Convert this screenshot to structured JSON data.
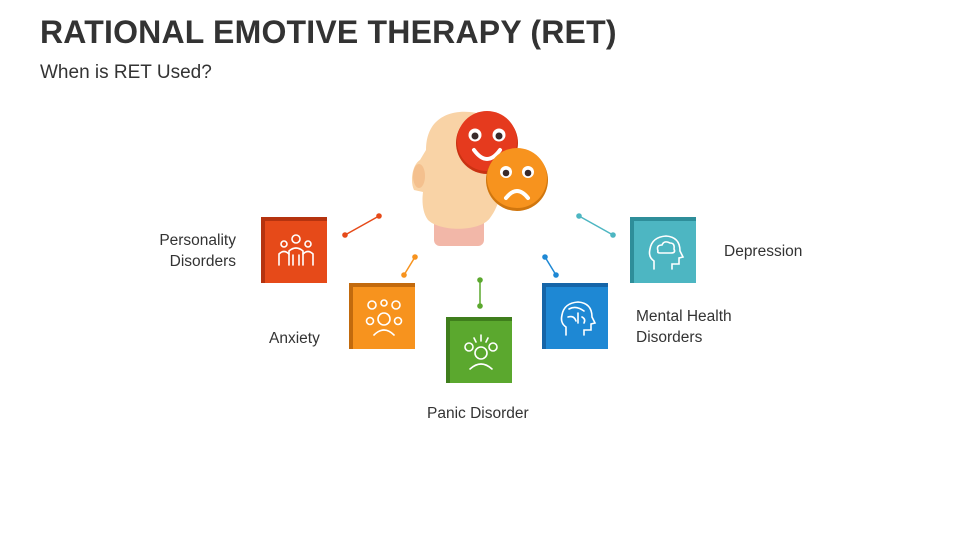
{
  "slide": {
    "title": "RATIONAL EMOTIVE THERAPY (RET)",
    "subtitle": "When is RET Used?"
  },
  "items": [
    {
      "label_line1": "Personality",
      "label_line2": "Disorders",
      "color": "#E64A19",
      "shadow": "#B5330F",
      "icon": "group-people-icon"
    },
    {
      "label_line1": "Anxiety",
      "label_line2": "",
      "color": "#F7931E",
      "shadow": "#C26A0D",
      "icon": "anxious-person-icon"
    },
    {
      "label_line1": "Panic Disorder",
      "label_line2": "",
      "color": "#5BA82E",
      "shadow": "#3F7E1C",
      "icon": "panicked-person-icon"
    },
    {
      "label_line1": "Mental Health",
      "label_line2": "Disorders",
      "color": "#1E88D4",
      "shadow": "#1565A8",
      "icon": "head-brain-icon"
    },
    {
      "label_line1": "Depression",
      "label_line2": "",
      "color": "#4DB6C2",
      "shadow": "#2E8E9A",
      "icon": "head-cloud-icon"
    }
  ],
  "center": {
    "head_icon": "head-silhouette-icon",
    "happy_icon": "happy-face-icon",
    "sad_icon": "sad-face-icon",
    "happy_color": "#E53A1E",
    "sad_color": "#F7931E"
  }
}
